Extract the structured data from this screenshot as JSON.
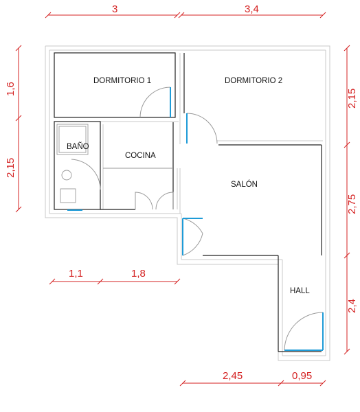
{
  "rooms": {
    "dormitorio1": "DORMITORIO 1",
    "dormitorio2": "DORMITORIO 2",
    "bano": "BAÑO",
    "cocina": "COCINA",
    "salon": "SALÓN",
    "hall": "HALL"
  },
  "dimensions": {
    "top_left": "3",
    "top_right": "3,4",
    "left_upper": "1,6",
    "left_lower": "2,15",
    "right_upper": "2,15",
    "right_middle": "2,75",
    "right_lower": "2,4",
    "middle_left": "1,1",
    "middle_right": "1,8",
    "bottom_left": "2,45",
    "bottom_right": "0,95"
  },
  "colors": {
    "dimension": "#d42020",
    "door": "#1e9bd7"
  }
}
